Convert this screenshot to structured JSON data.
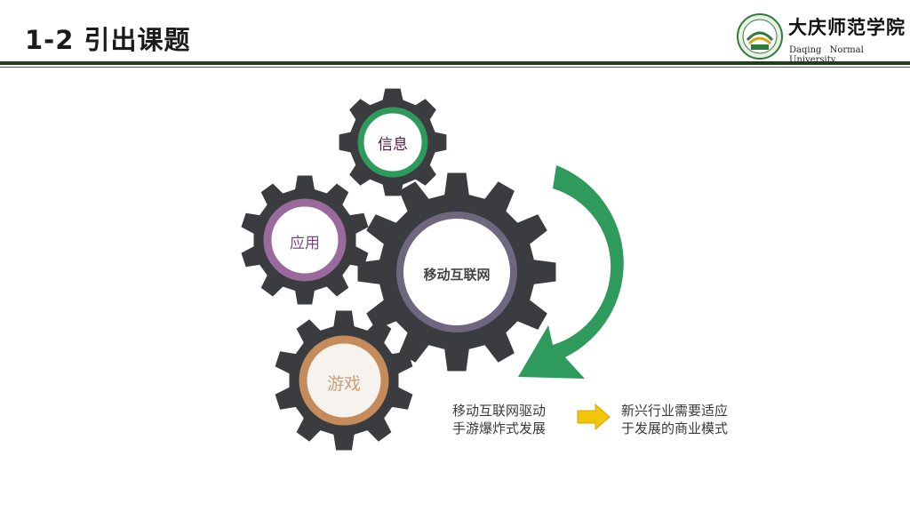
{
  "header": {
    "title": "1-2 引出课题",
    "logo": {
      "name_cn": "大庆师范学院",
      "name_en": "Daqing Normal University",
      "icon": "university-emblem-icon"
    }
  },
  "gears": {
    "info": {
      "label": "信息",
      "color": "#2e9a5c"
    },
    "app": {
      "label": "应用",
      "color": "#9b6a9c"
    },
    "mobile": {
      "label": "移动互联网",
      "color": "#6f6780"
    },
    "game": {
      "label": "游戏",
      "color": "#c58b5a"
    }
  },
  "captions": {
    "left": [
      "移动互联网驱动",
      "手游爆炸式发展"
    ],
    "right": [
      "新兴行业需要适应",
      "于发展的商业模式"
    ]
  },
  "colors": {
    "gear_body": "#3b3c40",
    "curved_arrow": "#2e9a5c",
    "small_arrow": "#f2c40c",
    "header_rule": "#1f3f1a"
  }
}
